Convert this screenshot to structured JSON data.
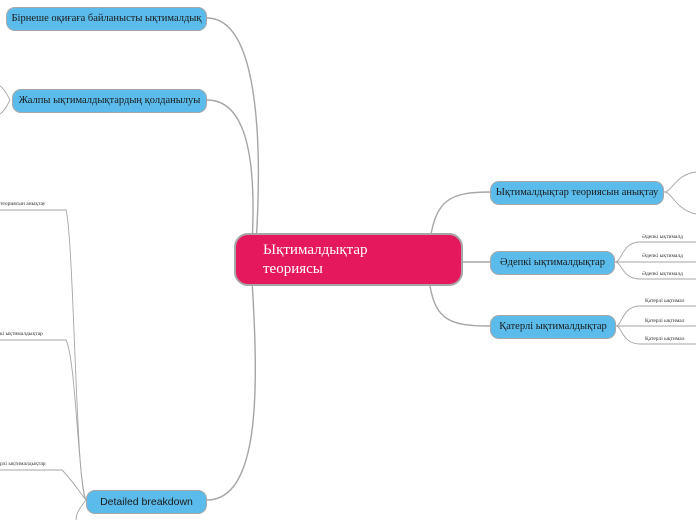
{
  "map": {
    "root": {
      "label": "Ықтималдықтар теориясы"
    },
    "left_topics": [
      {
        "label": "Бірнеше оқиғаға байланысты ықтималдық"
      },
      {
        "label": "Жалпы ықтималдықтардың қолданылуы"
      },
      {
        "label": "Detailed breakdown"
      }
    ],
    "left_leaves": [
      {
        "label": "теориясын анықтау"
      },
      {
        "label": "кі ықтималдықтар"
      },
      {
        "label": "рлі ықтималдықтар"
      }
    ],
    "right_topics": [
      {
        "label": "Ықтималдықтар теориясын анықтау"
      },
      {
        "label": "Әдепкі ықтималдықтар"
      },
      {
        "label": "Қатерлі ықтималдықтар"
      }
    ],
    "right_leaves_group2": [
      {
        "label": "Әдепкі ықтималд"
      },
      {
        "label": "Әдепкі ықтималд"
      },
      {
        "label": "Әдепкі ықтималд"
      }
    ],
    "right_leaves_group3": [
      {
        "label": "Қатерлі ықтимал"
      },
      {
        "label": "Қатерлі ықтимал"
      },
      {
        "label": "Қатерлі ықтимал"
      }
    ]
  },
  "colors": {
    "root_fill": "#e5185e",
    "topic_fill": "#5bbcec",
    "connector": "#a6a6a6"
  }
}
